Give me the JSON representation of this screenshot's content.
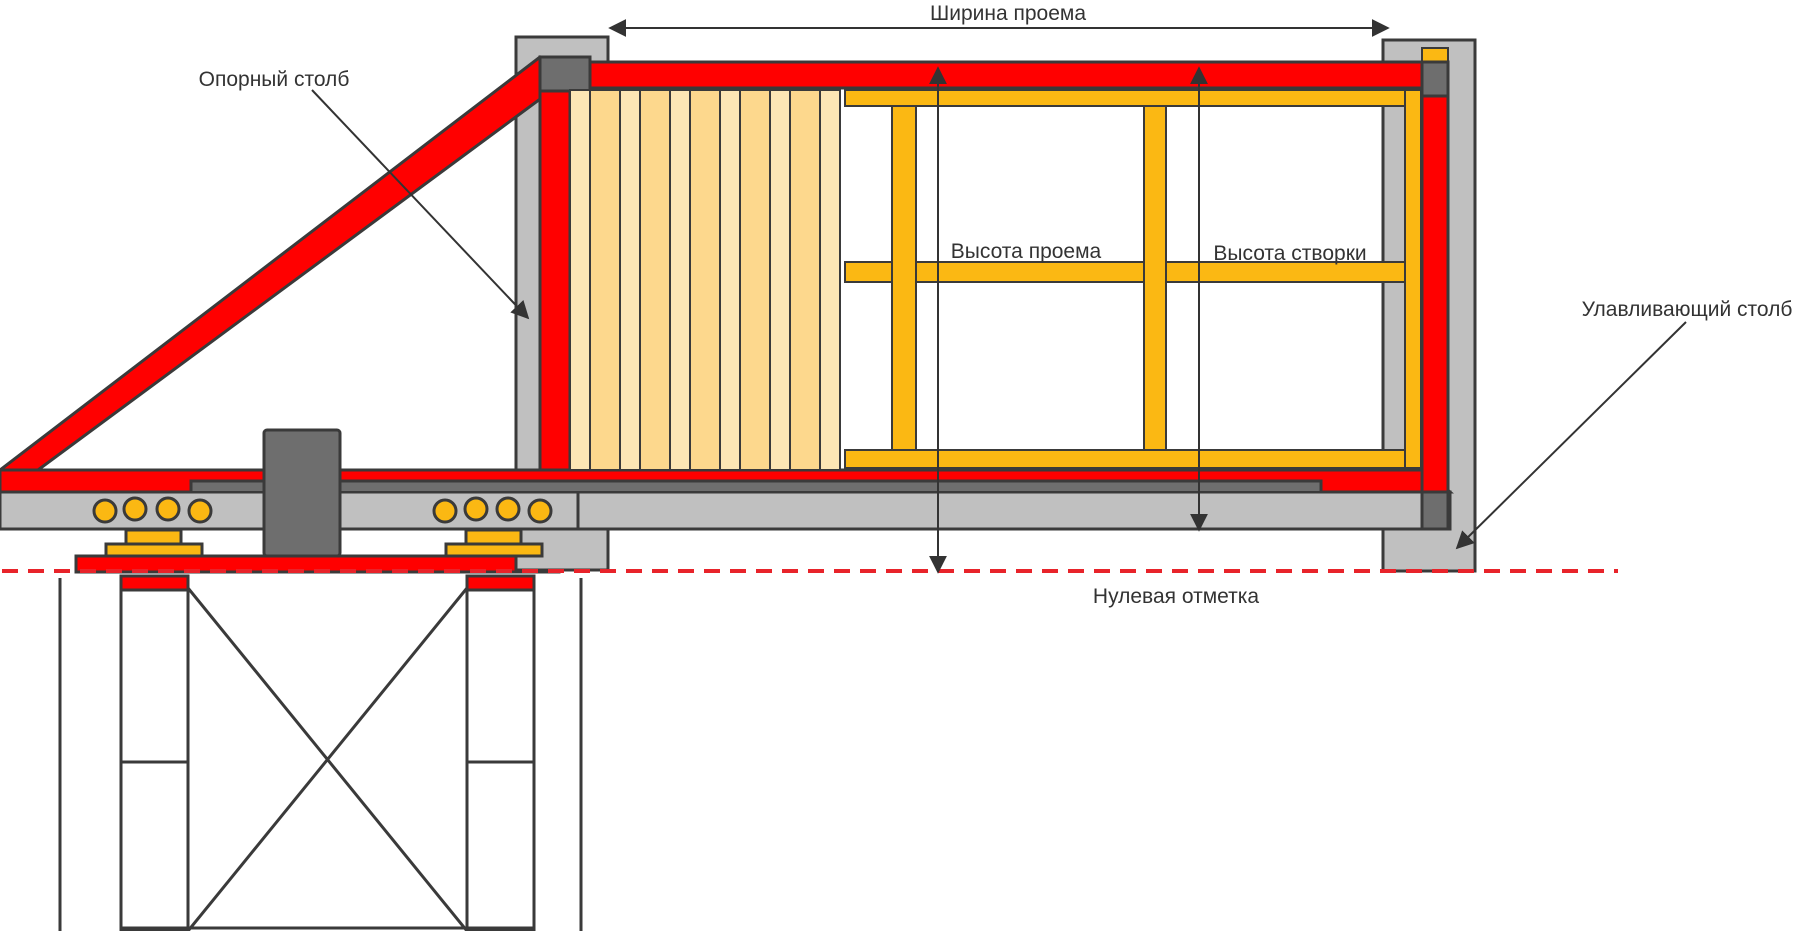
{
  "labels": {
    "support_post": "Опорный столб",
    "opening_width": "Ширина проема",
    "opening_height": "Высота проема",
    "leaf_height": "Высота створки",
    "catcher_post": "Улавливающий столб",
    "zero_mark": "Нулевая отметка"
  },
  "colors": {
    "frame_red": "#ff0000",
    "frame_yellow": "#fbb813",
    "sheet_light": "#fde7b5",
    "sheet_medium": "#fdd88d",
    "post_gray": "#c0c0c0",
    "dark_gray": "#6e6e6e",
    "outline": "#3a3a3a",
    "dashed_line": "#e8232a"
  }
}
